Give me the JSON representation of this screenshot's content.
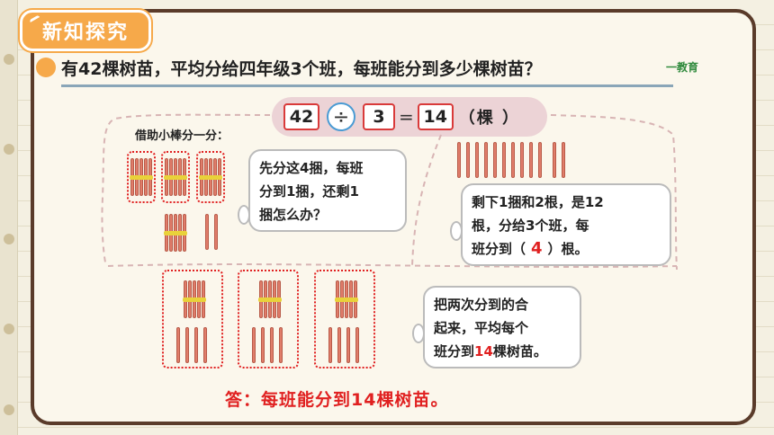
{
  "tag": {
    "label": "新知探究"
  },
  "question": {
    "text": "有42棵树苗，平均分给四年级3个班，每班能分到多少棵树苗？"
  },
  "brand": {
    "text": "一教育"
  },
  "equation": {
    "dividend": "42",
    "operator": "÷",
    "divisor": "3",
    "equals": "=",
    "quotient": "14",
    "unit": "（棵  ）"
  },
  "hint": {
    "text": "借助小棒分一分："
  },
  "bubble1": {
    "line1": "先分这4捆，每班",
    "line2": "分到1捆，还剩1",
    "line3": "捆怎么办？"
  },
  "bubble2": {
    "line1": "剩下1捆和2根，是12",
    "line2": "根，分给3个班，每",
    "line3_pre": "班分到（",
    "line3_val": "4",
    "line3_post": "）根。"
  },
  "bubble3": {
    "line1": "把两次分到的合",
    "line2": "起来，平均每个",
    "line3_pre": "班分到",
    "line3_val": "14",
    "line3_post": "棵树苗。"
  },
  "answer": {
    "text": "答：每班能分到14棵树苗。"
  },
  "colors": {
    "accent": "#f6a94a",
    "frame": "#5a3b2a",
    "highlight": "#e02020",
    "stick": "#e07d6a",
    "band": "#e9d23a"
  }
}
